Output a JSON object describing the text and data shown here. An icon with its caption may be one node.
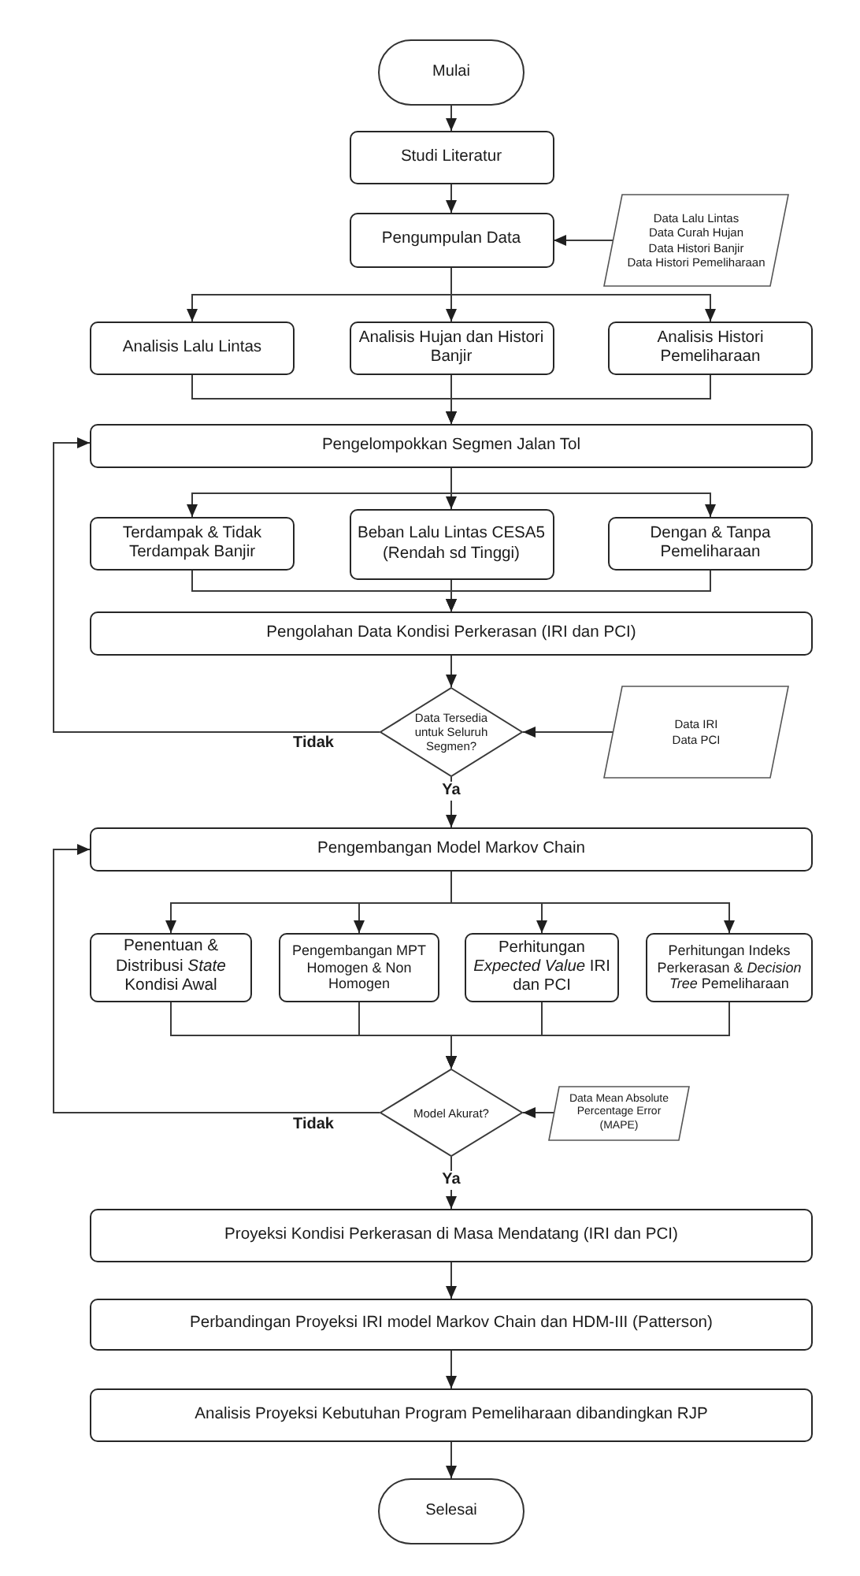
{
  "diagram": {
    "nodes": [
      {
        "text": [
          "Mulai"
        ]
      },
      {
        "text": [
          "Studi Literatur"
        ]
      },
      {
        "text": [
          "Pengumpulan Data"
        ]
      },
      {
        "text": [
          "Data Lalu Lintas",
          "Data Curah Hujan",
          "Data Histori Banjir",
          "Data Histori Pemeliharaan"
        ]
      },
      {
        "text": [
          "Analisis Lalu Lintas"
        ]
      },
      {
        "text": [
          "Analisis Hujan dan Histori Banjir"
        ]
      },
      {
        "text": [
          "Analisis Histori Pemeliharaan"
        ]
      },
      {
        "text": [
          "Pengelompokkan Segmen Jalan Tol"
        ]
      },
      {
        "text": [
          "Terdampak & Tidak Terdampak Banjir"
        ]
      },
      {
        "text": [
          "Beban Lalu Lintas CESA5 (Rendah sd Tinggi)"
        ]
      },
      {
        "text": [
          "Dengan & Tanpa Pemeliharaan"
        ]
      },
      {
        "text": [
          "Pengolahan Data Kondisi Perkerasan (IRI dan PCI)"
        ]
      },
      {
        "text": [
          "Data Tersedia untuk Seluruh Segmen?"
        ]
      },
      {
        "text": [
          "Data IRI",
          "Data PCI"
        ]
      },
      {
        "text": [
          "Pengembangan Model Markov Chain"
        ]
      },
      {
        "text": [
          "Penentuan & Distribusi *State* Kondisi Awal"
        ]
      },
      {
        "text": [
          "Pengembangan MPT Homogen & Non Homogen"
        ]
      },
      {
        "text": [
          "Perhitungan *Expected Value* IRI dan PCI"
        ]
      },
      {
        "text": [
          "Perhitungan Indeks Perkerasan & *Decision Tree* Pemeliharaan"
        ]
      },
      {
        "text": [
          "Model Akurat?"
        ]
      },
      {
        "text": [
          "Data Mean Absolute Percentage Error (MAPE)"
        ]
      },
      {
        "text": [
          "Proyeksi Kondisi Perkerasan di Masa Mendatang (IRI dan PCI)"
        ]
      },
      {
        "text": [
          "Perbandingan Proyeksi IRI model Markov Chain dan HDM-III (Patterson)"
        ]
      },
      {
        "text": [
          "Analisis Proyeksi Kebutuhan Program Pemeliharaan dibandingkan RJP"
        ]
      },
      {
        "text": [
          "Selesai"
        ]
      }
    ],
    "edges": [
      {
        "from": 0,
        "to": 1,
        "arrow": "to"
      },
      {
        "from": 1,
        "to": 2,
        "arrow": "to"
      },
      {
        "from": 3,
        "to": 2,
        "arrow": "to"
      },
      {
        "from": 2,
        "to": 4,
        "arrow": "to"
      },
      {
        "from": 2,
        "to": 5,
        "arrow": "to"
      },
      {
        "from": 2,
        "to": 6,
        "arrow": "to"
      },
      {
        "from": 4,
        "to": 7,
        "arrow": "to"
      },
      {
        "from": 5,
        "to": 7,
        "arrow": "to"
      },
      {
        "from": 6,
        "to": 7,
        "arrow": "to"
      },
      {
        "from": 7,
        "to": 8,
        "arrow": "to"
      },
      {
        "from": 7,
        "to": 9,
        "arrow": "to"
      },
      {
        "from": 7,
        "to": 10,
        "arrow": "to"
      },
      {
        "from": 8,
        "to": 11,
        "arrow": "to"
      },
      {
        "from": 9,
        "to": 11,
        "arrow": "to"
      },
      {
        "from": 10,
        "to": 11,
        "arrow": "to"
      },
      {
        "from": 11,
        "to": 12,
        "arrow": "to"
      },
      {
        "from": 13,
        "to": 12,
        "arrow": "to"
      },
      {
        "from": 12,
        "to": 7,
        "arrow": "to",
        "label": "Tidak"
      },
      {
        "from": 12,
        "to": 14,
        "arrow": "to",
        "label": "Ya"
      },
      {
        "from": 14,
        "to": 15,
        "arrow": "to"
      },
      {
        "from": 14,
        "to": 16,
        "arrow": "to"
      },
      {
        "from": 14,
        "to": 17,
        "arrow": "to"
      },
      {
        "from": 14,
        "to": 18,
        "arrow": "to"
      },
      {
        "from": 15,
        "to": 19,
        "arrow": "to"
      },
      {
        "from": 16,
        "to": 19,
        "arrow": "to"
      },
      {
        "from": 17,
        "to": 19,
        "arrow": "to"
      },
      {
        "from": 18,
        "to": 19,
        "arrow": "to"
      },
      {
        "from": 20,
        "to": 19,
        "arrow": "to"
      },
      {
        "from": 19,
        "to": 14,
        "arrow": "to",
        "label": "Tidak"
      },
      {
        "from": 19,
        "to": 21,
        "arrow": "to",
        "label": "Ya"
      },
      {
        "from": 21,
        "to": 22,
        "arrow": "to"
      },
      {
        "from": 22,
        "to": 23,
        "arrow": "to"
      },
      {
        "from": 23,
        "to": 24,
        "arrow": "to"
      }
    ]
  }
}
